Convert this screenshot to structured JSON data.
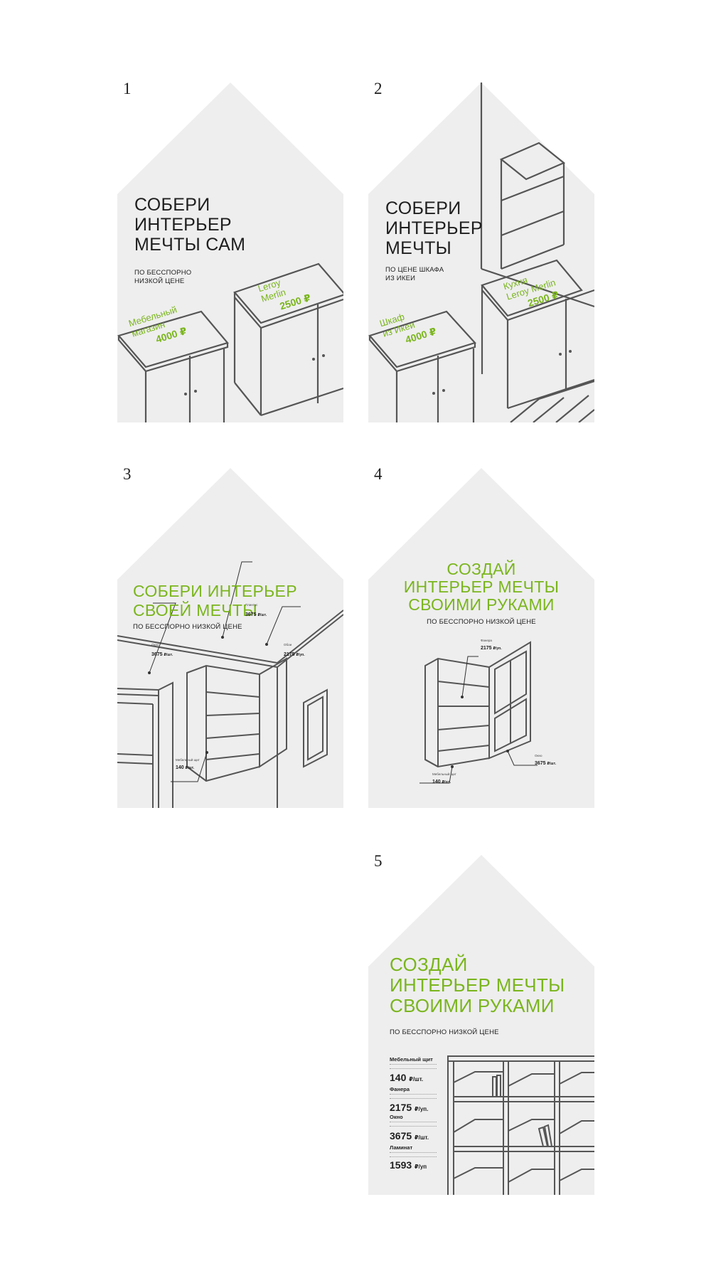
{
  "colors": {
    "panel_bg": "#eeeeee",
    "line": "#555555",
    "accent_green": "#7ab51d",
    "text": "#1e1e1e"
  },
  "panels": [
    {
      "number": "1",
      "headline": [
        "СОБЕРИ",
        "ИНТЕРЬЕР",
        "МЕЧТЫ САМ"
      ],
      "subline": [
        "ПО БЕССПОРНО",
        "НИЗКОЙ ЦЕНЕ"
      ],
      "left_label": [
        "Мебельный",
        "магазин"
      ],
      "left_price": "4000 ₽",
      "right_label": [
        "Leroy",
        "Merlin"
      ],
      "right_price": "2500 ₽"
    },
    {
      "number": "2",
      "headline": [
        "СОБЕРИ",
        "ИНТЕРЬЕР",
        "МЕЧТЫ"
      ],
      "subline": [
        "ПО ЦЕНЕ ШКАФА",
        "ИЗ ИКЕИ"
      ],
      "left_label": [
        "Шкаф",
        "из Икеи"
      ],
      "left_price": "4000 ₽",
      "right_label": [
        "Кухня",
        "Leroy Merlin"
      ],
      "right_price": "2500 ₽"
    },
    {
      "number": "3",
      "headline": [
        "СОБЕРИ ИНТЕРЬЕР",
        "СВОЕЙ МЕЧТЫ"
      ],
      "subline": [
        "ПО БЕССПОРНО НИЗКОЙ ЦЕНЕ"
      ],
      "callouts": [
        {
          "name": "Окно",
          "price": "3675",
          "unit": "₽/шт."
        },
        {
          "name": "Плинтус",
          "price": "3675",
          "unit": "₽/шт."
        },
        {
          "name": "Обои",
          "price": "2175",
          "unit": "₽/уп."
        },
        {
          "name": "Мебельный щит",
          "price": "140",
          "unit": "₽/шт."
        }
      ]
    },
    {
      "number": "4",
      "headline": [
        "СОЗДАЙ",
        "ИНТЕРЬЕР МЕЧТЫ",
        "СВОИМИ РУКАМИ"
      ],
      "subline": [
        "ПО БЕССПОРНО НИЗКОЙ ЦЕНЕ"
      ],
      "callouts": [
        {
          "name": "Фанера",
          "price": "2175",
          "unit": "₽/уп."
        },
        {
          "name": "Окно",
          "price": "3675",
          "unit": "₽/шт."
        },
        {
          "name": "Мебельный щит",
          "price": "140",
          "unit": "₽/шт."
        }
      ]
    },
    {
      "number": "5",
      "headline": [
        "СОЗДАЙ",
        "ИНТЕРЬЕР МЕЧТЫ",
        "СВОИМИ РУКАМИ"
      ],
      "subline": [
        "ПО БЕССПОРНО НИЗКОЙ ЦЕНЕ"
      ],
      "products": [
        {
          "name": "Мебельный щит",
          "price": "140",
          "unit": "₽/шт."
        },
        {
          "name": "Фанера",
          "price": "2175",
          "unit": "₽/уп."
        },
        {
          "name": "Окно",
          "price": "3675",
          "unit": "₽/шт."
        },
        {
          "name": "Ламинат",
          "price": "1593",
          "unit": "₽/уп"
        }
      ]
    }
  ]
}
